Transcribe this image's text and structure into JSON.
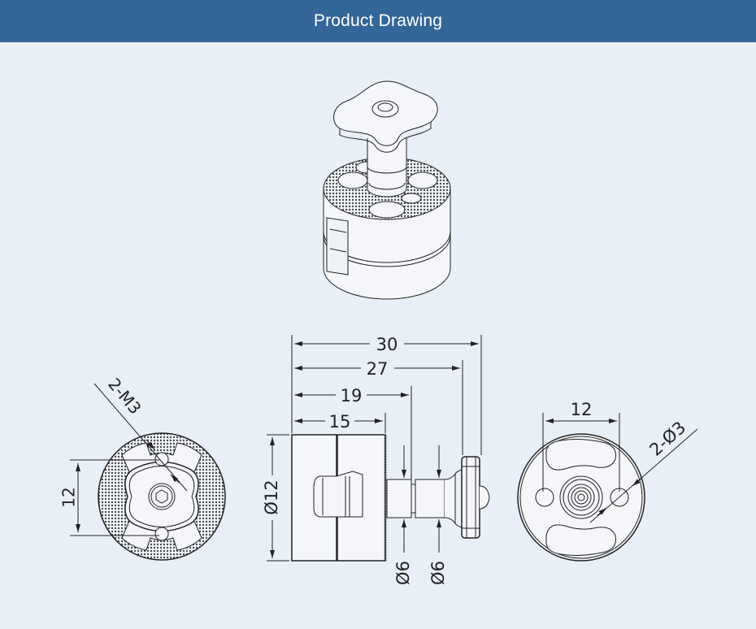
{
  "header": {
    "title": "Product Drawing"
  },
  "colors": {
    "header_bg": "#336699",
    "page_bg": "#e9eff7",
    "line": "#222222",
    "knurl": "#555555"
  },
  "views": {
    "isometric": {
      "label": "isometric-view"
    },
    "top_view": {
      "dims": {
        "hole_callout": "2-M3",
        "hole_spacing": "12"
      }
    },
    "side_view": {
      "dims": {
        "overall_length": "30",
        "length_to_knob": "27",
        "length_to_neck": "19",
        "body_length": "15",
        "body_diameter": "Ø12",
        "neck_diameter_1": "Ø6",
        "neck_diameter_2": "Ø6"
      }
    },
    "bottom_view": {
      "dims": {
        "hole_spacing": "12",
        "hole_callout": "2-Ø3"
      }
    }
  }
}
